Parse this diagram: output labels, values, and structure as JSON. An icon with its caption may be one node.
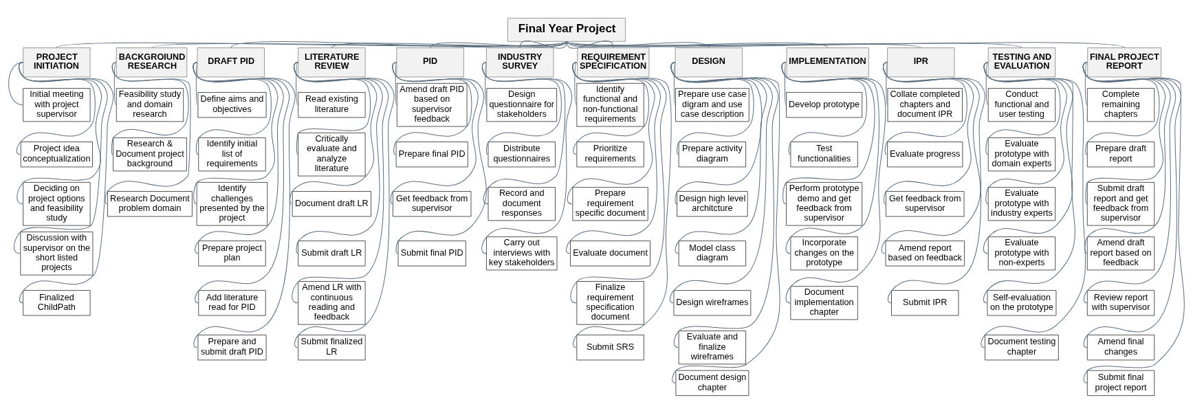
{
  "diagram": {
    "nodes": [
      {
        "text": [
          "Final Year Project"
        ]
      },
      {
        "text": [
          "PROJECT INITIATION"
        ]
      },
      {
        "text": [
          "Initial meeting with project supervisor"
        ]
      },
      {
        "text": [
          "Project idea conceptualization"
        ]
      },
      {
        "text": [
          "Deciding on project options and feasibility study"
        ]
      },
      {
        "text": [
          "Discussion with supervisor on the short listed projects"
        ]
      },
      {
        "text": [
          "Finalized ChildPath"
        ]
      },
      {
        "text": [
          "BACKGROIUND RESEARCH"
        ]
      },
      {
        "text": [
          "Feasibility study and domain research"
        ]
      },
      {
        "text": [
          "Research & Document project background"
        ]
      },
      {
        "text": [
          "Research Document problem domain"
        ]
      },
      {
        "text": [
          "DRAFT PID"
        ]
      },
      {
        "text": [
          "Define aims and objectives"
        ]
      },
      {
        "text": [
          "Identify initial list of requirements"
        ]
      },
      {
        "text": [
          "Identify challenges presented by the project"
        ]
      },
      {
        "text": [
          "Prepare project plan"
        ]
      },
      {
        "text": [
          "Add literature read for PID"
        ]
      },
      {
        "text": [
          "Prepare and submit draft PID"
        ]
      },
      {
        "text": [
          "LITERATURE REVIEW"
        ]
      },
      {
        "text": [
          "Read existing literature"
        ]
      },
      {
        "text": [
          "Critically evaluate and analyze literature"
        ]
      },
      {
        "text": [
          "Document draft LR"
        ]
      },
      {
        "text": [
          "Submit draft LR"
        ]
      },
      {
        "text": [
          "Amend LR with continuous reading and feedback"
        ]
      },
      {
        "text": [
          "Submit finalized LR"
        ]
      },
      {
        "text": [
          "PID"
        ]
      },
      {
        "text": [
          "Amend draft PID based on supervisor feedback"
        ]
      },
      {
        "text": [
          "Prepare final PID"
        ]
      },
      {
        "text": [
          "Get feedback from supervisor"
        ]
      },
      {
        "text": [
          "Submit final PID"
        ]
      },
      {
        "text": [
          "INDUSTRY SURVEY"
        ]
      },
      {
        "text": [
          "Design questionnaire for stakeholders"
        ]
      },
      {
        "text": [
          "Distribute questionnaires"
        ]
      },
      {
        "text": [
          "Record and document responses"
        ]
      },
      {
        "text": [
          "Carry out interviews with key stakeholders"
        ]
      },
      {
        "text": [
          "REQUIREMENT SPECIFICATION"
        ]
      },
      {
        "text": [
          "Identify functional and non-functional requirements"
        ]
      },
      {
        "text": [
          "Prioritize requirements"
        ]
      },
      {
        "text": [
          "Prepare requirement specific document"
        ]
      },
      {
        "text": [
          "Evaluate document"
        ]
      },
      {
        "text": [
          "Finalize requirement specification document"
        ]
      },
      {
        "text": [
          "Submit SRS"
        ]
      },
      {
        "text": [
          "DESIGN"
        ]
      },
      {
        "text": [
          "Prepare use case digram and use case description"
        ]
      },
      {
        "text": [
          "Prepare activity diagram"
        ]
      },
      {
        "text": [
          "Design high level architcture"
        ]
      },
      {
        "text": [
          "Model class diagram"
        ]
      },
      {
        "text": [
          "Design wireframes"
        ]
      },
      {
        "text": [
          "Evaluate and finalize wireframes"
        ]
      },
      {
        "text": [
          "Document design chapter"
        ]
      },
      {
        "text": [
          "IMPLEMENTATION"
        ]
      },
      {
        "text": [
          "Develop prototype"
        ]
      },
      {
        "text": [
          "Test functionalities"
        ]
      },
      {
        "text": [
          "Perform prototype demo and get feedback from supervisor"
        ]
      },
      {
        "text": [
          "Incorporate changes on the prototype"
        ]
      },
      {
        "text": [
          "Document implementation chapter"
        ]
      },
      {
        "text": [
          "IPR"
        ]
      },
      {
        "text": [
          "Collate completed chapters and document IPR"
        ]
      },
      {
        "text": [
          "Evaluate progress"
        ]
      },
      {
        "text": [
          "Get feedback from supervisor"
        ]
      },
      {
        "text": [
          "Amend report based on feedback"
        ]
      },
      {
        "text": [
          "Submit IPR"
        ]
      },
      {
        "text": [
          "TESTING AND EVALUATION"
        ]
      },
      {
        "text": [
          "Conduct functional and user testing"
        ]
      },
      {
        "text": [
          "Evaluate prototype with domain experts"
        ]
      },
      {
        "text": [
          "Evaluate prototype with industry experts"
        ]
      },
      {
        "text": [
          "Evaluate prototype with non-experts"
        ]
      },
      {
        "text": [
          "Self-evaluation on the prototype"
        ]
      },
      {
        "text": [
          "Document testing chapter"
        ]
      },
      {
        "text": [
          "FINAL PROJECT REPORT"
        ]
      },
      {
        "text": [
          "Complete remaining chapters"
        ]
      },
      {
        "text": [
          "Prepare draft report"
        ]
      },
      {
        "text": [
          "Submit draft report and get feedback from supervisor"
        ]
      },
      {
        "text": [
          "Amend draft report based on feedback"
        ]
      },
      {
        "text": [
          "Review report with supervisor"
        ]
      },
      {
        "text": [
          "Amend final changes"
        ]
      },
      {
        "text": [
          "Submit final project report"
        ]
      }
    ],
    "edges": [
      {
        "from": 0,
        "to": 1,
        "arrow": "none"
      },
      {
        "from": 0,
        "to": 7,
        "arrow": "none"
      },
      {
        "from": 0,
        "to": 11,
        "arrow": "none"
      },
      {
        "from": 0,
        "to": 18,
        "arrow": "none"
      },
      {
        "from": 0,
        "to": 25,
        "arrow": "none"
      },
      {
        "from": 0,
        "to": 30,
        "arrow": "none"
      },
      {
        "from": 0,
        "to": 35,
        "arrow": "none"
      },
      {
        "from": 0,
        "to": 42,
        "arrow": "none"
      },
      {
        "from": 0,
        "to": 50,
        "arrow": "none"
      },
      {
        "from": 0,
        "to": 56,
        "arrow": "none"
      },
      {
        "from": 0,
        "to": 62,
        "arrow": "none"
      },
      {
        "from": 0,
        "to": 69,
        "arrow": "none"
      },
      {
        "from": 1,
        "to": 2,
        "arrow": "none"
      },
      {
        "from": 1,
        "to": 3,
        "arrow": "none"
      },
      {
        "from": 1,
        "to": 4,
        "arrow": "none"
      },
      {
        "from": 1,
        "to": 5,
        "arrow": "none"
      },
      {
        "from": 1,
        "to": 6,
        "arrow": "none"
      },
      {
        "from": 7,
        "to": 8,
        "arrow": "none"
      },
      {
        "from": 7,
        "to": 9,
        "arrow": "none"
      },
      {
        "from": 7,
        "to": 10,
        "arrow": "none"
      },
      {
        "from": 11,
        "to": 12,
        "arrow": "none"
      },
      {
        "from": 11,
        "to": 13,
        "arrow": "none"
      },
      {
        "from": 11,
        "to": 14,
        "arrow": "none"
      },
      {
        "from": 11,
        "to": 15,
        "arrow": "none"
      },
      {
        "from": 11,
        "to": 16,
        "arrow": "none"
      },
      {
        "from": 11,
        "to": 17,
        "arrow": "none"
      },
      {
        "from": 18,
        "to": 19,
        "arrow": "none"
      },
      {
        "from": 18,
        "to": 20,
        "arrow": "none"
      },
      {
        "from": 18,
        "to": 21,
        "arrow": "none"
      },
      {
        "from": 18,
        "to": 22,
        "arrow": "none"
      },
      {
        "from": 18,
        "to": 23,
        "arrow": "none"
      },
      {
        "from": 18,
        "to": 24,
        "arrow": "none"
      },
      {
        "from": 25,
        "to": 26,
        "arrow": "none"
      },
      {
        "from": 25,
        "to": 27,
        "arrow": "none"
      },
      {
        "from": 25,
        "to": 28,
        "arrow": "none"
      },
      {
        "from": 25,
        "to": 29,
        "arrow": "none"
      },
      {
        "from": 30,
        "to": 31,
        "arrow": "none"
      },
      {
        "from": 30,
        "to": 32,
        "arrow": "none"
      },
      {
        "from": 30,
        "to": 33,
        "arrow": "none"
      },
      {
        "from": 30,
        "to": 34,
        "arrow": "none"
      },
      {
        "from": 35,
        "to": 36,
        "arrow": "none"
      },
      {
        "from": 35,
        "to": 37,
        "arrow": "none"
      },
      {
        "from": 35,
        "to": 38,
        "arrow": "none"
      },
      {
        "from": 35,
        "to": 39,
        "arrow": "none"
      },
      {
        "from": 35,
        "to": 40,
        "arrow": "none"
      },
      {
        "from": 35,
        "to": 41,
        "arrow": "none"
      },
      {
        "from": 42,
        "to": 43,
        "arrow": "none"
      },
      {
        "from": 42,
        "to": 44,
        "arrow": "none"
      },
      {
        "from": 42,
        "to": 45,
        "arrow": "none"
      },
      {
        "from": 42,
        "to": 46,
        "arrow": "none"
      },
      {
        "from": 42,
        "to": 47,
        "arrow": "none"
      },
      {
        "from": 42,
        "to": 48,
        "arrow": "none"
      },
      {
        "from": 42,
        "to": 49,
        "arrow": "none"
      },
      {
        "from": 50,
        "to": 51,
        "arrow": "none"
      },
      {
        "from": 50,
        "to": 52,
        "arrow": "none"
      },
      {
        "from": 50,
        "to": 53,
        "arrow": "none"
      },
      {
        "from": 50,
        "to": 54,
        "arrow": "none"
      },
      {
        "from": 50,
        "to": 55,
        "arrow": "none"
      },
      {
        "from": 56,
        "to": 57,
        "arrow": "none"
      },
      {
        "from": 56,
        "to": 58,
        "arrow": "none"
      },
      {
        "from": 56,
        "to": 59,
        "arrow": "none"
      },
      {
        "from": 56,
        "to": 60,
        "arrow": "none"
      },
      {
        "from": 56,
        "to": 61,
        "arrow": "none"
      },
      {
        "from": 62,
        "to": 63,
        "arrow": "none"
      },
      {
        "from": 62,
        "to": 64,
        "arrow": "none"
      },
      {
        "from": 62,
        "to": 65,
        "arrow": "none"
      },
      {
        "from": 62,
        "to": 66,
        "arrow": "none"
      },
      {
        "from": 62,
        "to": 67,
        "arrow": "none"
      },
      {
        "from": 62,
        "to": 68,
        "arrow": "none"
      },
      {
        "from": 69,
        "to": 70,
        "arrow": "none"
      },
      {
        "from": 69,
        "to": 71,
        "arrow": "none"
      },
      {
        "from": 69,
        "to": 72,
        "arrow": "none"
      },
      {
        "from": 69,
        "to": 73,
        "arrow": "none"
      },
      {
        "from": 69,
        "to": 74,
        "arrow": "none"
      },
      {
        "from": 69,
        "to": 75,
        "arrow": "none"
      },
      {
        "from": 69,
        "to": 76,
        "arrow": "none"
      }
    ]
  }
}
